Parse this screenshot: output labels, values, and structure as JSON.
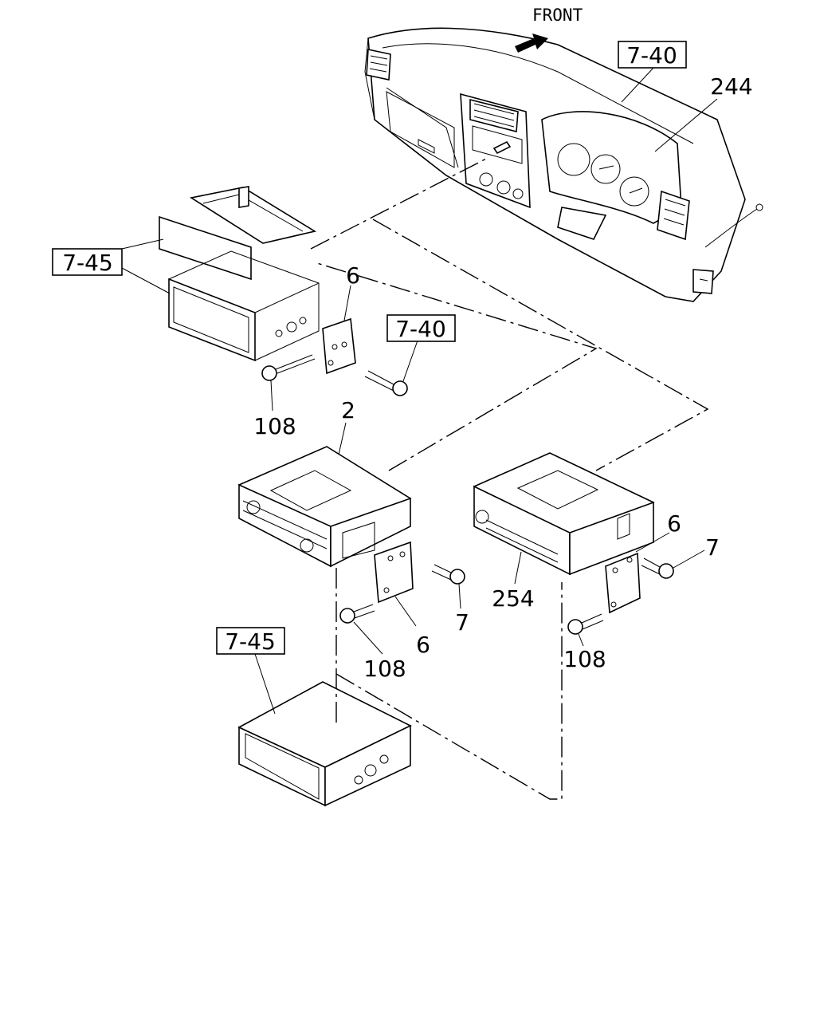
{
  "front_label": "FRONT",
  "refs": {
    "dash_ref": "7-40",
    "console_ref_top": "7-45",
    "bracket_ref": "7-40",
    "console_ref_bottom": "7-45"
  },
  "callouts": {
    "dashboard": "244",
    "bracket_top": "6",
    "screw_top": "108",
    "radio_a": "2",
    "screw_a_right": "7",
    "bracket_a": "6",
    "screw_a_left": "108",
    "radio_b": "254",
    "bracket_b": "6",
    "screw_b_right": "7",
    "screw_b_left": "108"
  }
}
